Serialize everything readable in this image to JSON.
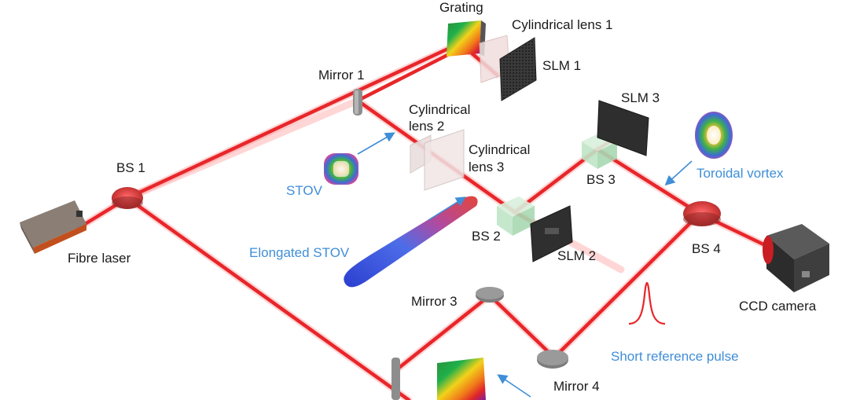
{
  "labels": {
    "grating_top": "Grating",
    "cyl_lens_1": "Cylindrical lens 1",
    "slm_1": "SLM 1",
    "mirror_1": "Mirror 1",
    "cyl_lens_2_line1": "Cylindrical",
    "cyl_lens_2_line2": "lens 2",
    "cyl_lens_3_line1": "Cylindrical",
    "cyl_lens_3_line2": "lens 3",
    "slm_3": "SLM 3",
    "bs_1": "BS 1",
    "stov": "STOV",
    "bs_3": "BS 3",
    "toroidal_vortex": "Toroidal vortex",
    "fibre_laser": "Fibre laser",
    "elongated_stov": "Elongated STOV",
    "bs_2": "BS 2",
    "slm_2": "SLM 2",
    "bs_4": "BS 4",
    "mirror_3": "Mirror 3",
    "ccd_camera": "CCD camera",
    "short_reference_pulse": "Short reference pulse",
    "mirror_4": "Mirror 4"
  },
  "colors": {
    "beam": "#e8262a",
    "annotation": "#3f8ed8",
    "text": "#1a1a1a"
  }
}
